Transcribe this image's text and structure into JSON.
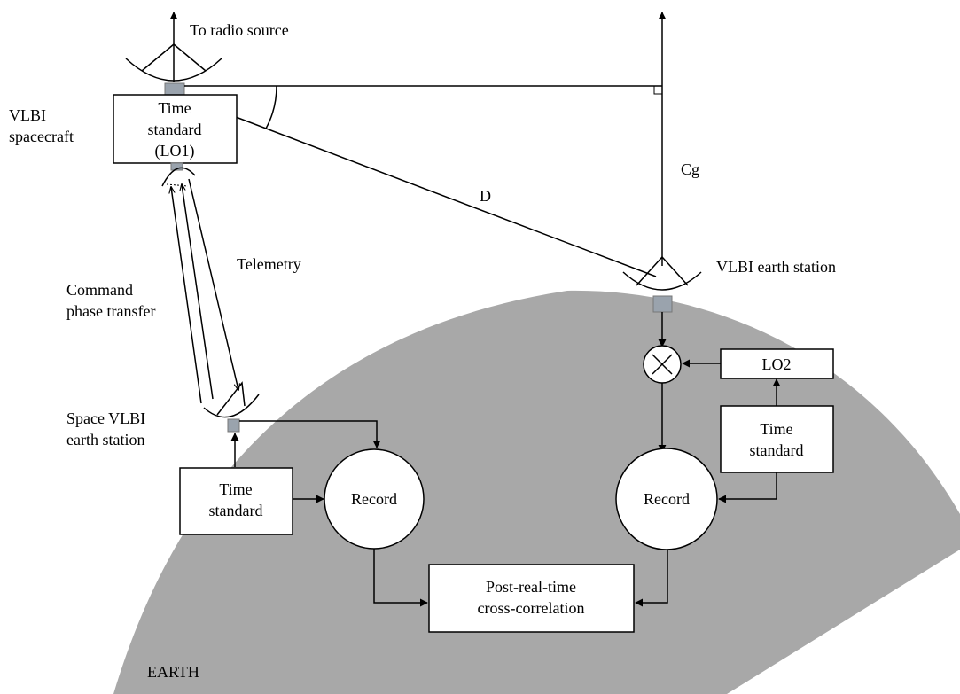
{
  "colors": {
    "earth_fill": "#a8a8a8",
    "feed_fill": "#9aa3ad",
    "line": "#000000",
    "box_fill": "#ffffff"
  },
  "labels": {
    "to_radio_source": "To radio source",
    "vlbi_spacecraft_line1": "VLBI",
    "vlbi_spacecraft_line2": "spacecraft",
    "d": "D",
    "cg": "Cg",
    "telemetry": "Telemetry",
    "command_line1": "Command",
    "command_line2": "phase transfer",
    "vlbi_earth_station": "VLBI earth station",
    "space_vlbi_line1": "Space VLBI",
    "space_vlbi_line2": "earth station",
    "earth": "EARTH"
  },
  "boxes": {
    "spacecraft_time_line1": "Time",
    "spacecraft_time_line2": "standard",
    "spacecraft_time_line3": "(LO1)",
    "ground_time_left_line1": "Time",
    "ground_time_left_line2": "standard",
    "ground_time_right_line1": "Time",
    "ground_time_right_line2": "standard",
    "lo2": "LO2",
    "record_left": "Record",
    "record_right": "Record",
    "correlation_line1": "Post-real-time",
    "correlation_line2": "cross-correlation"
  },
  "icons": {
    "mixer": "multiply-circle-icon",
    "dish": "satellite-dish-icon"
  }
}
